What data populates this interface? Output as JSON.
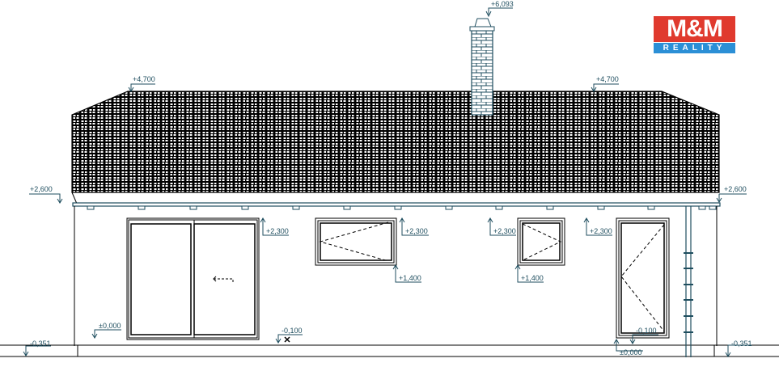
{
  "logo": {
    "top_text": "M&M",
    "bottom_text": "REALITY",
    "colors": {
      "red": "#e03a2e",
      "blue": "#2b8fd6"
    }
  },
  "colors": {
    "line": "#000000",
    "annotation": "#1f4e5f",
    "background": "#ffffff"
  },
  "levels": {
    "chimney_top": "+6,093",
    "ridge_left": "+4,700",
    "ridge_right": "+4,700",
    "eaves_left": "+2,600",
    "eaves_right": "+2,600",
    "patio_door_head": "+2,300",
    "window1_head": "+2,300",
    "window1_sill": "+1,400",
    "window2_head": "+2,300",
    "window2_sill": "+1,400",
    "door_head": "+2,300",
    "floor_left": "±0,000",
    "floor_right": "±0,000",
    "threshold_center": "-0,100",
    "threshold_door": "-0,100",
    "terrain_left": "-0,351",
    "terrain_right": "-0,351"
  }
}
